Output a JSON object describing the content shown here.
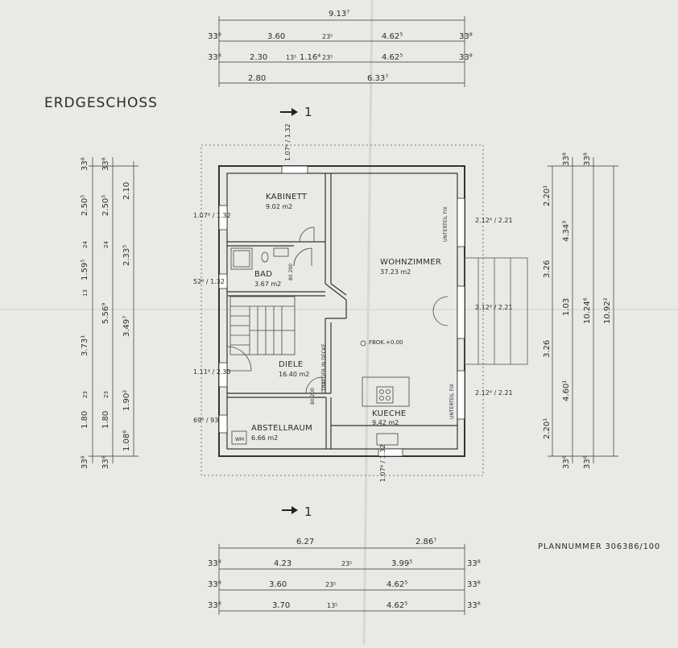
{
  "title": "ERDGESCHOSS",
  "plan_number": "PLANNUMMER 306386/100",
  "section_marker": "1",
  "rooms": [
    {
      "name": "KABINETT",
      "area": "9.02 m2"
    },
    {
      "name": "BAD",
      "area": "3.67 m2"
    },
    {
      "name": "DIELE",
      "area": "16.40 m2"
    },
    {
      "name": "ABSTELLRAUM",
      "area": "6.66 m2"
    },
    {
      "name": "WOHNZIMMER",
      "area": "37.23 m2"
    },
    {
      "name": "KUECHE",
      "area": "9.42 m2"
    }
  ],
  "labels": {
    "fbok": "FBOK.+0.00",
    "unterteil_fix_upper": "UNTERTEIL FIX",
    "unterteil_fix_lower": "UNTERTEIL FIX",
    "traeger": "TRAEGER IN DECKE",
    "wm": "WM",
    "bad_door": "80 200",
    "abst_door": "80 200"
  },
  "top_dims": {
    "row1": [
      "9.13⁷"
    ],
    "row2": [
      "33⁸",
      "3.60",
      "23⁵",
      "4.62⁵",
      "33⁸"
    ],
    "row3": [
      "33⁸",
      "2.30",
      "13⁵",
      "1.16⁴",
      "23⁵",
      "4.62⁵",
      "33⁸"
    ],
    "row4": [
      "2.80",
      "6.33⁷"
    ]
  },
  "bottom_dims": {
    "row1": [
      "6.27",
      "2.86⁷"
    ],
    "row2": [
      "33⁸",
      "4.23",
      "23⁵",
      "3.99⁵",
      "33⁸"
    ],
    "row3": [
      "33⁸",
      "3.60",
      "23⁵",
      "4.62⁵",
      "33⁸"
    ],
    "row4": [
      "33⁸",
      "3.70",
      "13⁵",
      "4.62⁵",
      "33⁸"
    ]
  },
  "left_dims": {
    "col1": [
      "33⁸",
      "2.50⁵",
      "24",
      "1.59⁵",
      "13",
      "3.73¹",
      "23",
      "1.80",
      "33⁸"
    ],
    "col2": [
      "33⁸",
      "2.50⁵",
      "24",
      "5.56⁹",
      "23",
      "1.80",
      "33⁸"
    ],
    "col3": [
      "2.10",
      "2.33⁵",
      "3.49⁷",
      "1.90²",
      "1.08⁸"
    ]
  },
  "right_dims": {
    "col1": [
      "2.20¹",
      "3.26",
      "3.26",
      "2.20¹"
    ],
    "col2": [
      "33⁸",
      "4.34³",
      "1.03",
      "4.60¹",
      "33⁸"
    ],
    "col3": [
      "33⁸",
      "10.24⁶",
      "33⁸"
    ],
    "col4": [
      "10.92²"
    ]
  },
  "openings": {
    "kab_top": "1.07⁶ / 1.32",
    "kab_left": "1.07⁶ / 1.32",
    "bad_left": "52⁶ / 1.32",
    "diele_left": "1.11⁶ / 2.30",
    "abst_left": "69⁶ / 93",
    "wz_right1": "2.12⁶ / 2.21",
    "wz_right2": "2.12⁶ / 2.21",
    "wz_right3": "2.12⁶ / 2.21",
    "kueche_bottom": "1.07⁶ / 1.32"
  }
}
